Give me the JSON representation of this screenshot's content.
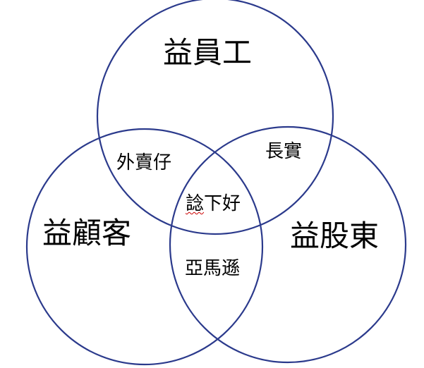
{
  "diagram": {
    "type": "venn-3",
    "stroke_color": "#2b3a8c",
    "sets": {
      "top": "益員工",
      "left": "益顧客",
      "right": "益股東"
    },
    "overlaps": {
      "top_left": "外賣仔",
      "top_right": "長實",
      "left_right": "亞馬遜",
      "all": {
        "underlined_part": "諗",
        "rest": "下好"
      }
    }
  }
}
